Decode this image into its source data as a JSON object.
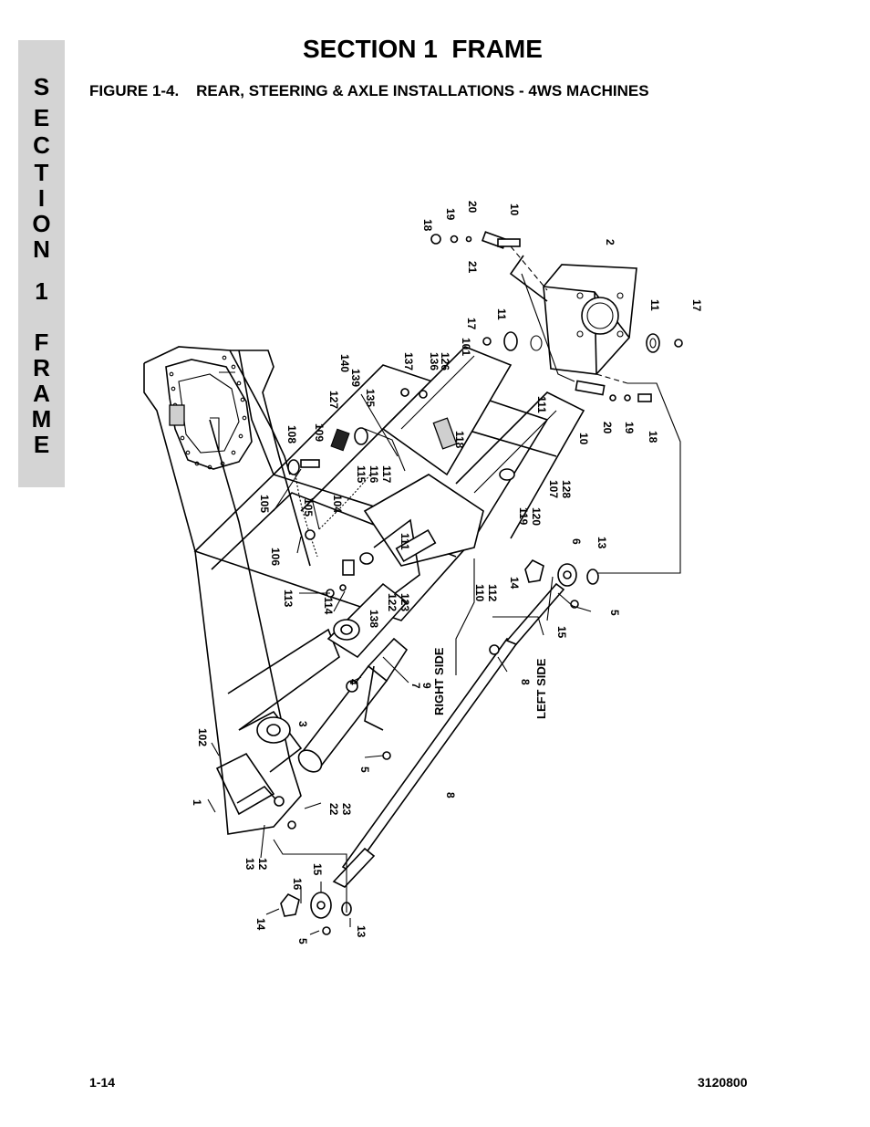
{
  "sidebar": {
    "letters": [
      "S",
      "E",
      "C",
      "T",
      "I",
      "O",
      "N",
      "1",
      "F",
      "R",
      "A",
      "M",
      "E"
    ]
  },
  "header": {
    "title": "SECTION 1  FRAME",
    "figure_title": "FIGURE 1-4.    REAR, STEERING & AXLE INSTALLATIONS - 4WS MACHINES"
  },
  "callouts": {
    "c18a": "18",
    "c19a": "19",
    "c20a": "20",
    "c10a": "10",
    "c21": "21",
    "c2": "2",
    "c11a": "11",
    "c17a": "17",
    "c17b": "17",
    "c11b": "11",
    "c101": "101",
    "c126": "126",
    "c136": "136",
    "c137": "137",
    "c140": "140",
    "c139": "139",
    "c135": "135",
    "c127": "127",
    "c111a": "111",
    "c10b": "10",
    "c20b": "20",
    "c19b": "19",
    "c18b": "18",
    "c118": "118",
    "c108": "108",
    "c109": "109",
    "c115": "115",
    "c116": "116",
    "c117": "117",
    "c105a": "105",
    "c105b": "105",
    "c104": "104",
    "c107": "107",
    "c128": "128",
    "c119": "119",
    "c120": "120",
    "c106": "106",
    "c111b": "111",
    "c113": "113",
    "c114": "114",
    "c138": "138",
    "c122": "122",
    "c123": "123",
    "c110": "110",
    "c112": "112",
    "c6": "6",
    "c13a": "13",
    "c14a": "14",
    "c5a": "5",
    "c15a": "15",
    "c4": "4",
    "c7": "7",
    "c9": "9",
    "c8a": "8",
    "right_side": "RIGHT SIDE",
    "left_side": "LEFT SIDE",
    "c3": "3",
    "c102": "102",
    "c5b": "5",
    "c1": "1",
    "c22": "22",
    "c23": "23",
    "c8b": "8",
    "c13b": "13",
    "c12": "12",
    "c16": "16",
    "c15b": "15",
    "c14b": "14",
    "c5c": "5",
    "c13c": "13"
  },
  "footer": {
    "page": "1-14",
    "doc": "3120800"
  }
}
